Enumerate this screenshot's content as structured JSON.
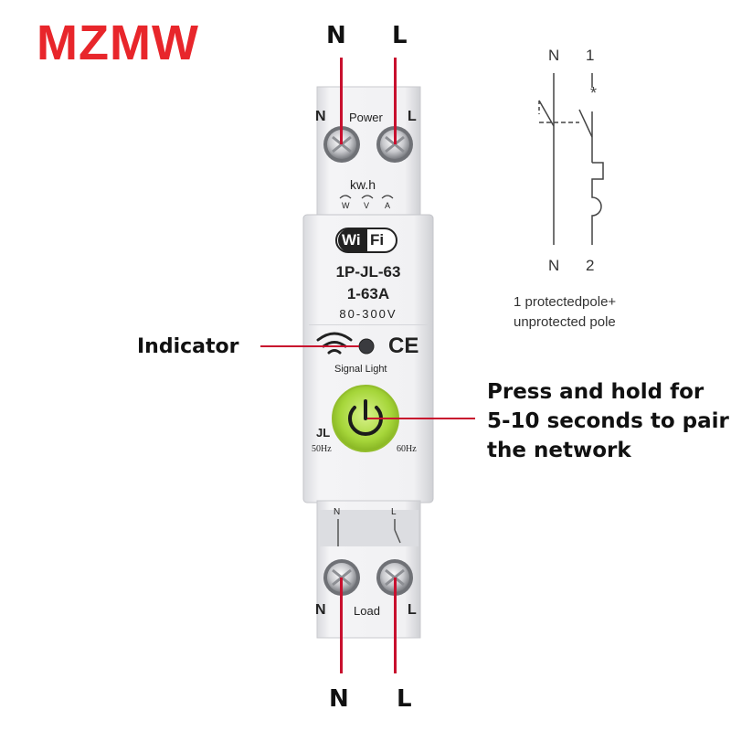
{
  "brand": {
    "name": "MZMW",
    "color": "#e8262b"
  },
  "top_terminals": {
    "neutral": "N",
    "live": "L"
  },
  "bottom_terminals": {
    "neutral": "N",
    "live": "L"
  },
  "device": {
    "power_section": {
      "left_label": "N",
      "title": "Power",
      "right_label": "L"
    },
    "meter": {
      "unit": "kw.h",
      "indicators": [
        "W",
        "V",
        "A"
      ]
    },
    "wifi_badge": {
      "part1": "Wi",
      "part2": "Fi"
    },
    "model": "1P-JL-63",
    "current_range": "1-63A",
    "voltage_range": "80-300V",
    "ce_mark": "CE",
    "signal_light_label": "Signal Light",
    "button": {
      "side_label": "JL",
      "left_freq": "50Hz",
      "right_freq": "60Hz",
      "color": "#a6d63a"
    },
    "load_section": {
      "left_label": "N",
      "title": "Load",
      "right_label": "L"
    },
    "lower_marks": {
      "left": "N",
      "right": "L"
    }
  },
  "callouts": {
    "indicator": "Indicator",
    "pairing": [
      "Press and hold for",
      "5-10 seconds to pair",
      "the network"
    ]
  },
  "schematic": {
    "top_left": "N",
    "top_right": "1",
    "bottom_left": "N",
    "bottom_right": "2",
    "caption": [
      "1 protectedpole+",
      "unprotected pole"
    ]
  },
  "wire_color": "#c8102e"
}
